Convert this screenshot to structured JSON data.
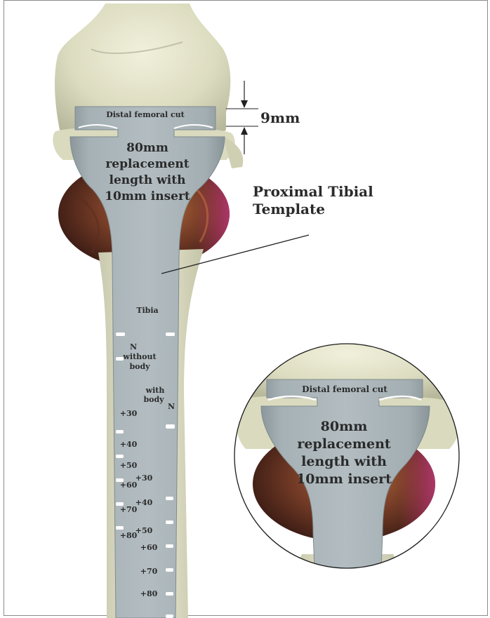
{
  "template": {
    "top_label": "Distal femoral cut",
    "body_lines": [
      "80mm",
      "replacement",
      "length with",
      "10mm insert"
    ],
    "tibia_label": "Tibia"
  },
  "callouts": {
    "gap": "9mm",
    "title_line1": "Proximal Tibial",
    "title_line2": "Template"
  },
  "scale": {
    "left": {
      "start_label": "N",
      "start_sub1": "without",
      "start_sub2": "body",
      "marks": [
        "+30",
        "+40",
        "+50",
        "+60",
        "+70",
        "+80"
      ]
    },
    "right": {
      "start_label": "N",
      "start_sub1": "with",
      "start_sub2": "body",
      "marks": [
        "+30",
        "+40",
        "+50",
        "+60",
        "+70",
        "+80"
      ]
    }
  },
  "inset": {
    "top_label": "Distal femoral cut",
    "body_lines": [
      "80mm",
      "replacement",
      "length with",
      "10mm insert"
    ]
  }
}
